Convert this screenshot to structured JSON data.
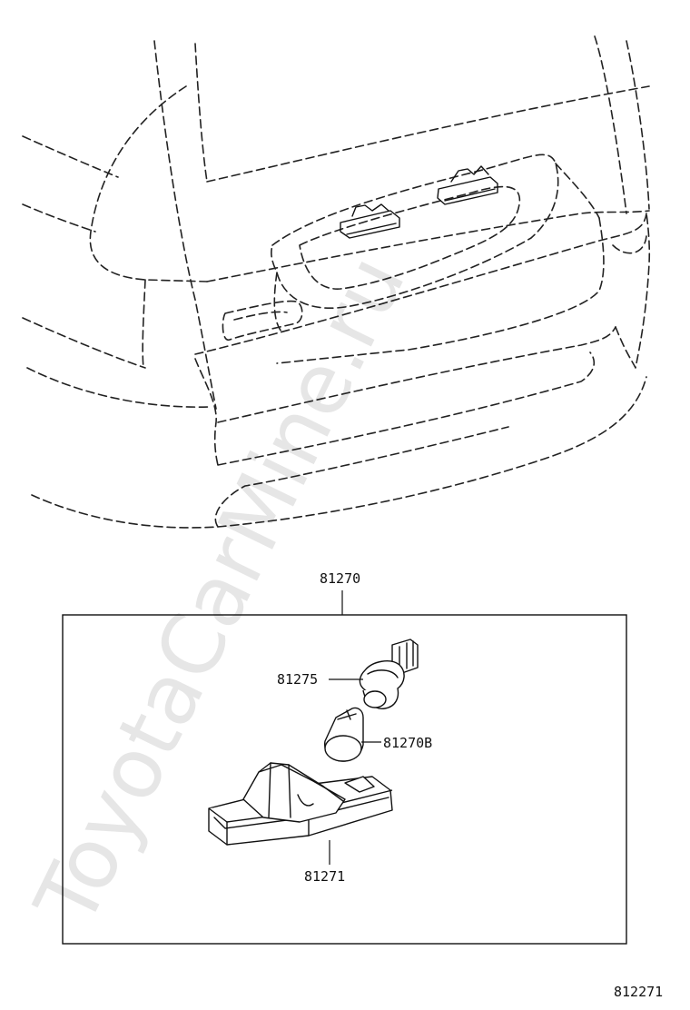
{
  "watermark": "ToyotaCarMine.ru",
  "callouts": {
    "assembly": "81270",
    "socket": "81275",
    "bulb": "81270B",
    "lens_housing": "81271"
  },
  "diagram_code": "812271"
}
